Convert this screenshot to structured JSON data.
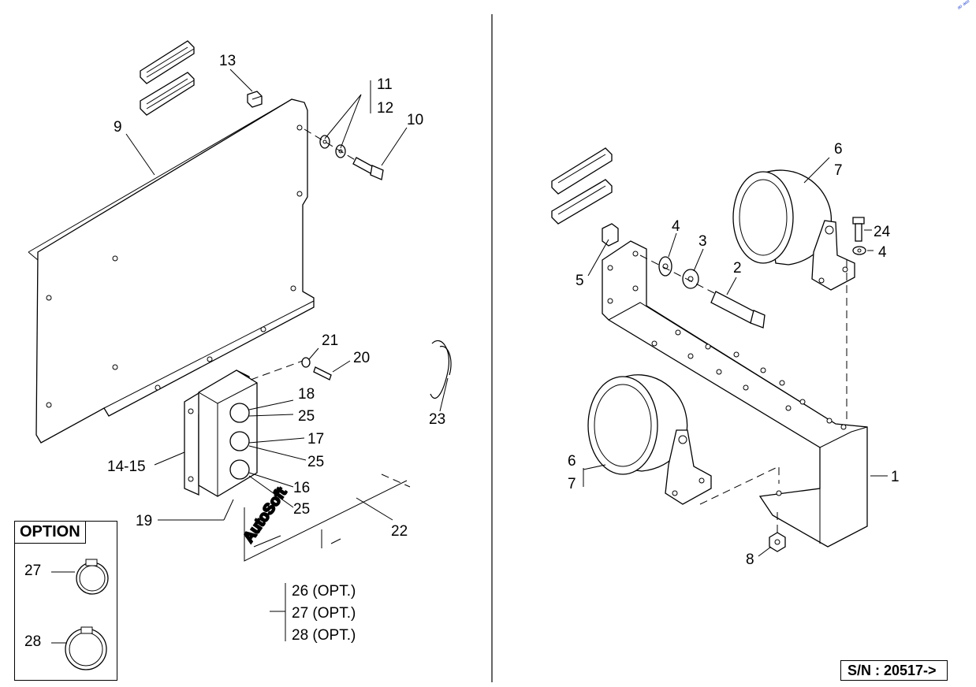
{
  "diagram": {
    "callouts": {
      "c1": "1",
      "c2": "2",
      "c3": "3",
      "c4a": "4",
      "c4b": "4",
      "c5": "5",
      "c6a": "6",
      "c7a": "7",
      "c6b": "6",
      "c7b": "7",
      "c8": "8",
      "c9": "9",
      "c10": "10",
      "c11": "11",
      "c12": "12",
      "c13": "13",
      "c14_15": "14-15",
      "c16": "16",
      "c17": "17",
      "c18": "18",
      "c19": "19",
      "c20": "20",
      "c21": "21",
      "c22": "22",
      "c23": "23",
      "c24": "24",
      "c25a": "25",
      "c25b": "25",
      "c25c": "25",
      "c26": "26 (OPT.)",
      "c27": "27 (OPT.)",
      "c28": "28 (OPT.)"
    },
    "option_box": {
      "title": "OPTION",
      "item_27": "27",
      "item_28": "28"
    },
    "serial": "S/N : 20517->",
    "watermark": "AutoSoft",
    "corner_mark": "ᵃᵒ ᵃᵒᵒ"
  }
}
